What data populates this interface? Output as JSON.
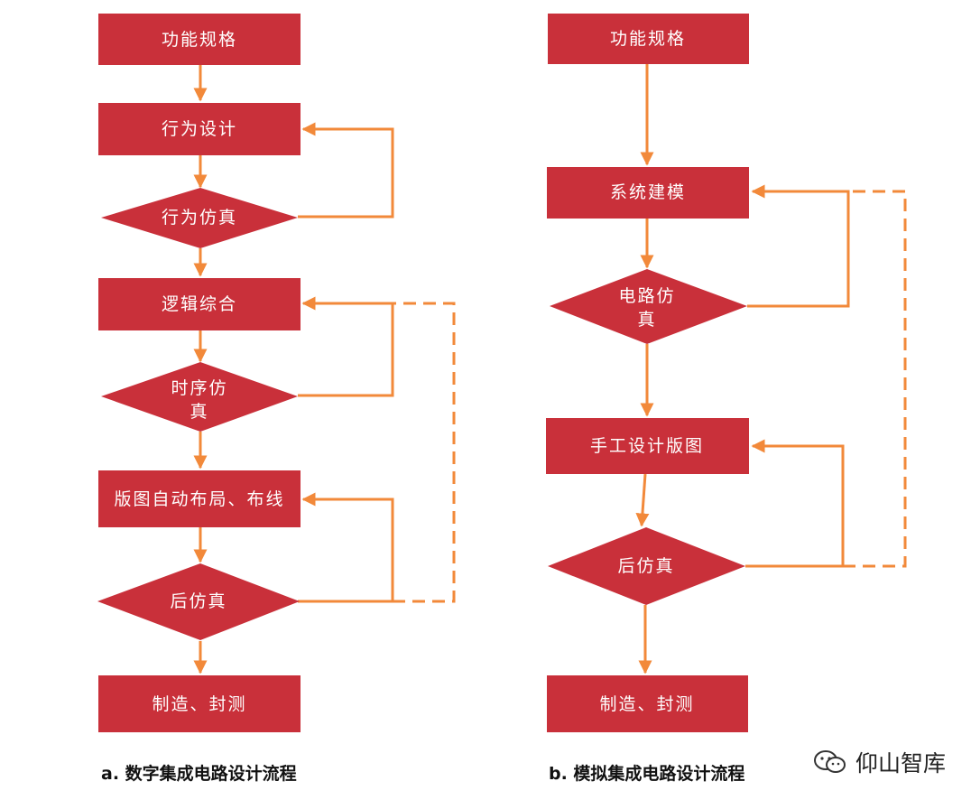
{
  "colors": {
    "box": "#c9303a",
    "arrow": "#f2893a",
    "text": "#ffffff"
  },
  "flow_a": {
    "caption": "a. 数字集成电路设计流程",
    "nodes": {
      "spec": "功能规格",
      "behavior_design": "行为设计",
      "behavior_sim": "行为仿真",
      "logic_synthesis": "逻辑综合",
      "timing_sim_line1": "时序仿",
      "timing_sim_line2": "真",
      "auto_layout": "版图自动布局、布线",
      "post_sim": "后仿真",
      "fab_test": "制造、封测"
    }
  },
  "flow_b": {
    "caption": "b. 模拟集成电路设计流程",
    "nodes": {
      "spec": "功能规格",
      "system_modeling": "系统建模",
      "circuit_sim_line1": "电路仿",
      "circuit_sim_line2": "真",
      "manual_layout": "手工设计版图",
      "post_sim": "后仿真",
      "fab_test": "制造、封测"
    }
  },
  "watermark": {
    "icon": "wechat-icon",
    "text": "仰山智库"
  }
}
